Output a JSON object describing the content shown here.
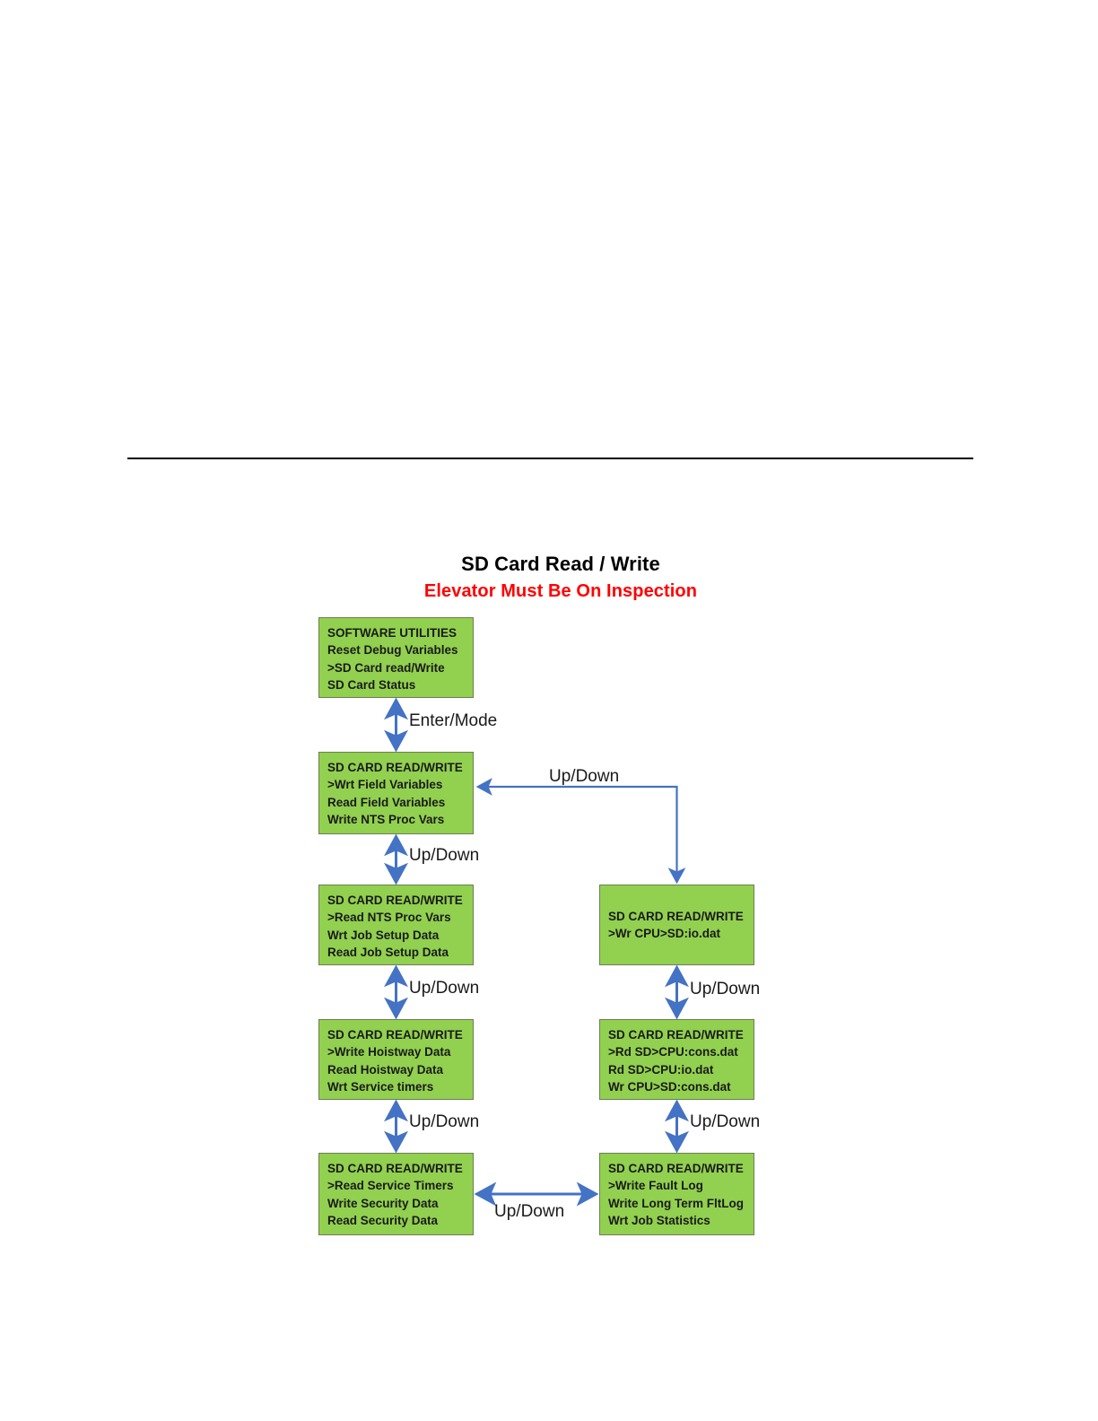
{
  "page": {
    "title": "SD Card Read / Write",
    "subtitle": "Elevator Must Be On Inspection"
  },
  "colors": {
    "node_fill": "#92D050",
    "node_border": "#6E7D54",
    "connector": "#4472C4",
    "subtitle": "#FF0000",
    "title": "#000000",
    "rule": "#000000"
  },
  "nodes": [
    {
      "id": "software-utilities",
      "column": "left",
      "row": 1,
      "lines": [
        "SOFTWARE UTILITIES",
        "Reset Debug Variables",
        ">SD Card read/Write",
        "SD Card Status"
      ]
    },
    {
      "id": "wrt-field-vars",
      "column": "left",
      "row": 2,
      "lines": [
        "SD CARD READ/WRITE",
        ">Wrt Field Variables",
        "Read Field Variables",
        "Write NTS Proc Vars"
      ]
    },
    {
      "id": "read-nts-proc",
      "column": "left",
      "row": 3,
      "lines": [
        "SD CARD READ/WRITE",
        ">Read NTS Proc Vars",
        "Wrt Job Setup Data",
        "Read Job Setup Data"
      ]
    },
    {
      "id": "write-hoistway",
      "column": "left",
      "row": 4,
      "lines": [
        "SD CARD READ/WRITE",
        ">Write Hoistway Data",
        "Read Hoistway Data",
        "Wrt Service timers"
      ]
    },
    {
      "id": "read-svc-timers",
      "column": "left",
      "row": 5,
      "lines": [
        "SD CARD READ/WRITE",
        ">Read Service Timers",
        "Write Security Data",
        "Read Security Data"
      ]
    },
    {
      "id": "wr-cpu-io",
      "column": "right",
      "row": 3,
      "lines": [
        "SD CARD READ/WRITE",
        ">Wr CPU>SD:io.dat"
      ]
    },
    {
      "id": "rd-sd-cpu",
      "column": "right",
      "row": 4,
      "lines": [
        "SD CARD READ/WRITE",
        ">Rd SD>CPU:cons.dat",
        "Rd SD>CPU:io.dat",
        "Wr CPU>SD:cons.dat"
      ]
    },
    {
      "id": "write-fault-log",
      "column": "right",
      "row": 5,
      "lines": [
        "SD CARD READ/WRITE",
        ">Write Fault Log",
        "Write Long Term FltLog",
        "Wrt Job Statistics"
      ]
    }
  ],
  "edges": [
    {
      "id": "enter-mode",
      "label": "Enter/Mode",
      "from": "software-utilities",
      "to": "wrt-field-vars",
      "arrow": "double"
    },
    {
      "id": "updown-loop",
      "label": "Up/Down",
      "from": "wr-cpu-io",
      "to": "wrt-field-vars",
      "arrow": "single"
    },
    {
      "id": "updown-l1",
      "label": "Up/Down",
      "from": "wrt-field-vars",
      "to": "read-nts-proc",
      "arrow": "double"
    },
    {
      "id": "updown-l2",
      "label": "Up/Down",
      "from": "read-nts-proc",
      "to": "write-hoistway",
      "arrow": "double"
    },
    {
      "id": "updown-l3",
      "label": "Up/Down",
      "from": "write-hoistway",
      "to": "read-svc-timers",
      "arrow": "double"
    },
    {
      "id": "updown-r1",
      "label": "Up/Down",
      "from": "wr-cpu-io",
      "to": "rd-sd-cpu",
      "arrow": "double"
    },
    {
      "id": "updown-r2",
      "label": "Up/Down",
      "from": "rd-sd-cpu",
      "to": "write-fault-log",
      "arrow": "double"
    },
    {
      "id": "updown-bottom",
      "label": "Up/Down",
      "from": "read-svc-timers",
      "to": "write-fault-log",
      "arrow": "double"
    }
  ]
}
